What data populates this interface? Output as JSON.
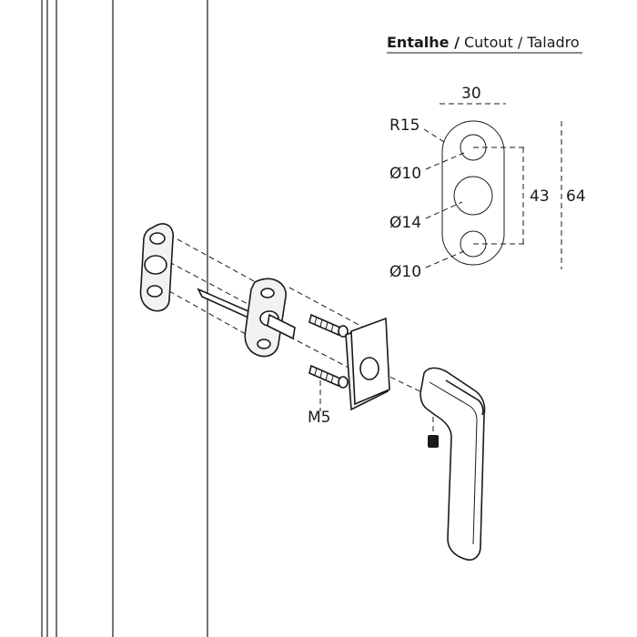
{
  "header": {
    "title_bold": "Entalhe /",
    "title_rest": " Cutout / Taladro"
  },
  "dimensions": {
    "width": "30",
    "radius": "R15",
    "hole_small_top": "Ø10",
    "hole_center": "Ø14",
    "hole_small_bottom": "Ø10",
    "hole_spacing": "43",
    "overall_height": "64"
  },
  "parts": {
    "screw_label": "M5"
  }
}
